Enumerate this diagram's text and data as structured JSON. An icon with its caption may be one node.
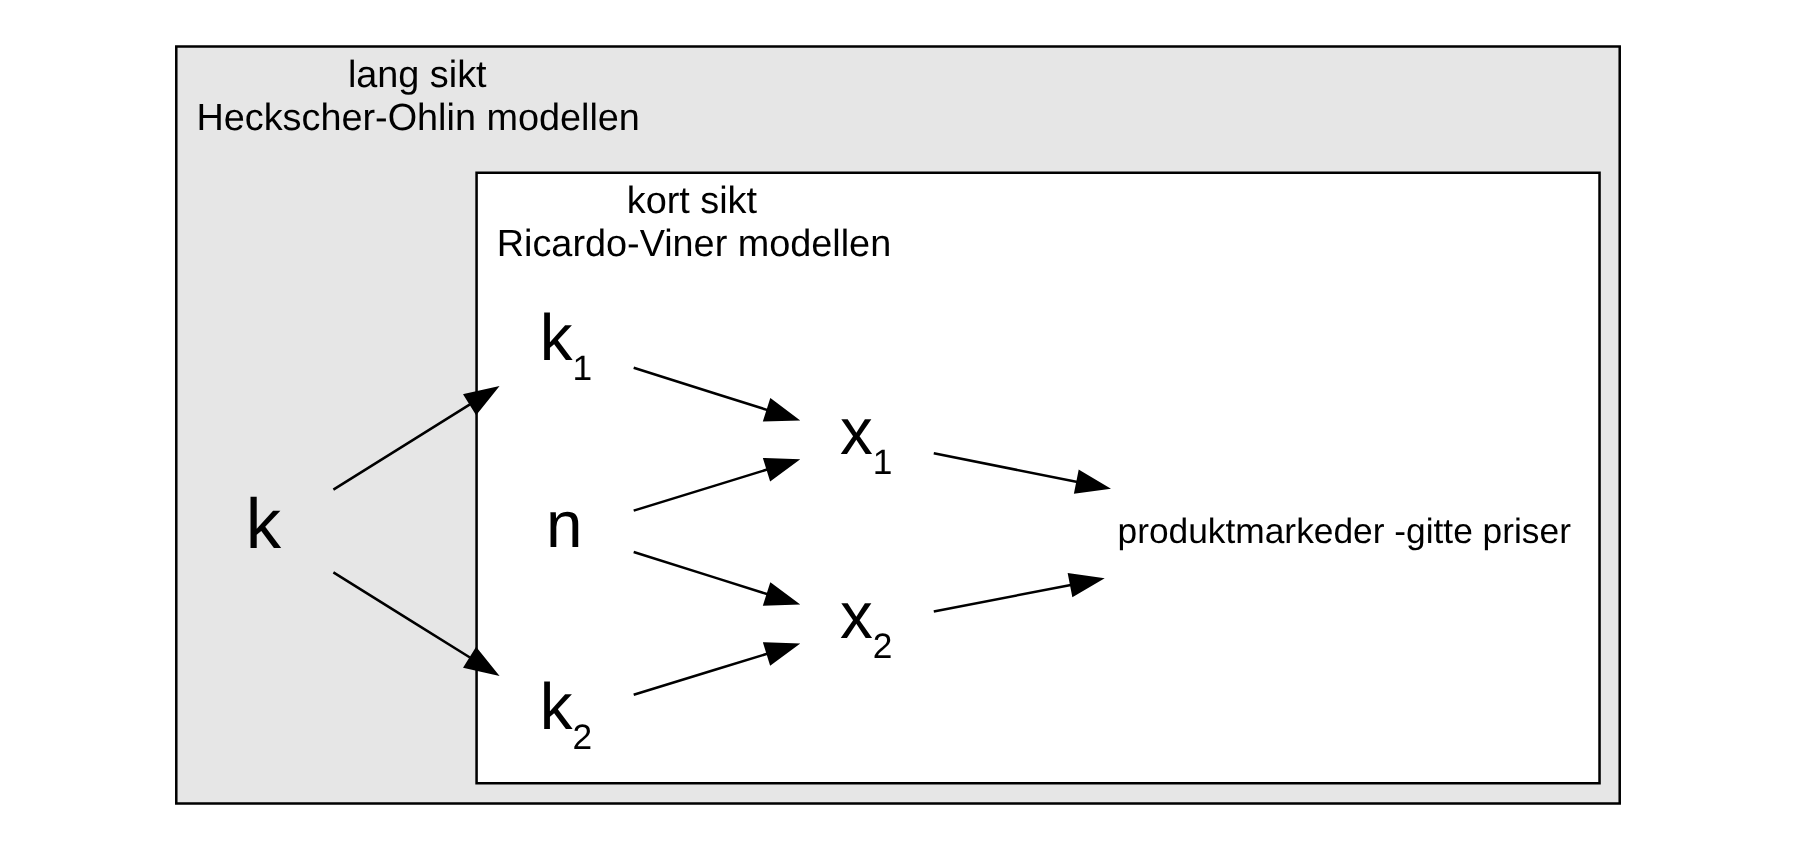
{
  "diagram": {
    "nodes": [
      {
        "text": [
          "lang sikt",
          "Heckscher-Ohlin modellen"
        ]
      },
      {
        "text": [
          "kort sikt",
          "Ricardo-Viner modellen"
        ],
        "in": 0
      },
      {
        "text": [
          "k"
        ],
        "in": 0
      },
      {
        "text": [
          "k$_{1}$"
        ],
        "in": 1
      },
      {
        "text": [
          "n"
        ],
        "in": 1
      },
      {
        "text": [
          "k$_{2}$"
        ],
        "in": 1
      },
      {
        "text": [
          "x$_{1}$"
        ],
        "in": 1
      },
      {
        "text": [
          "x$_{2}$"
        ],
        "in": 1
      },
      {
        "text": [
          "produktmarkeder -gitte priser"
        ],
        "in": 1
      }
    ],
    "edges": [
      {
        "from": 2,
        "to": 3,
        "arrow": "to"
      },
      {
        "from": 2,
        "to": 5,
        "arrow": "to"
      },
      {
        "from": 3,
        "to": 6,
        "arrow": "to"
      },
      {
        "from": 4,
        "to": 6,
        "arrow": "to"
      },
      {
        "from": 4,
        "to": 7,
        "arrow": "to"
      },
      {
        "from": 5,
        "to": 7,
        "arrow": "to"
      },
      {
        "from": 6,
        "to": 8,
        "arrow": "to"
      },
      {
        "from": 7,
        "to": 8,
        "arrow": "to"
      }
    ]
  }
}
